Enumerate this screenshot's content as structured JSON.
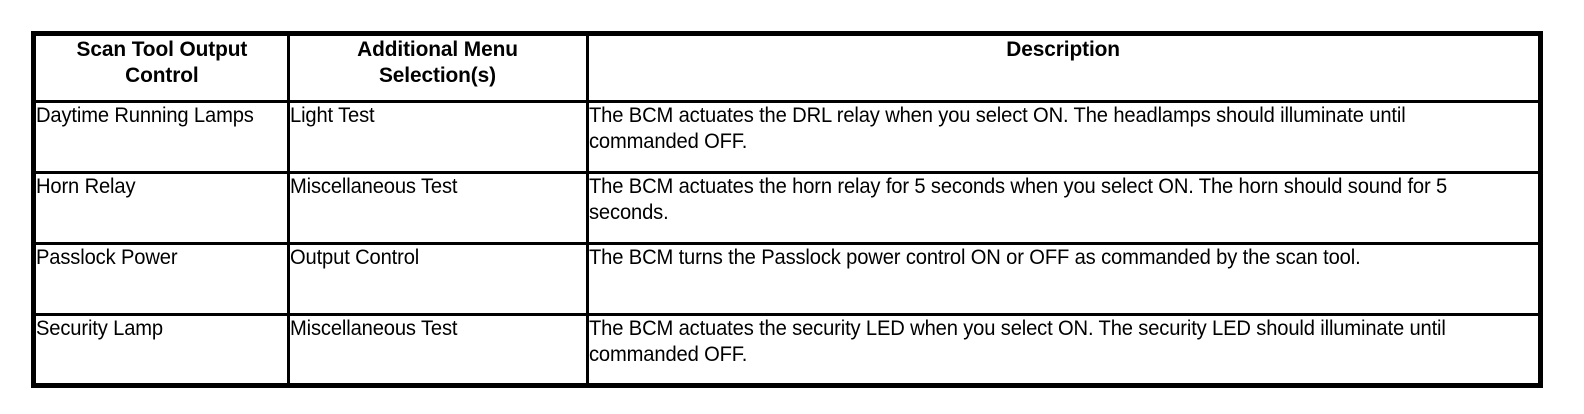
{
  "table": {
    "headers": [
      "Scan Tool Output Control",
      "Additional Menu Selection(s)",
      "Description"
    ],
    "header_lines": {
      "col1_line1": "Scan Tool Output",
      "col1_line2": "Control",
      "col2_line1": "Additional Menu",
      "col2_line2": "Selection(s)",
      "col3_line1": "Description"
    },
    "rows": [
      {
        "control": "Daytime Running Lamps",
        "menu": "Light Test",
        "description": "The BCM actuates the DRL relay when you select ON. The headlamps should illuminate until commanded OFF."
      },
      {
        "control": "Horn Relay",
        "menu": "Miscellaneous Test",
        "description": "The BCM actuates the horn relay for 5 seconds when you select ON. The horn should sound for 5 seconds."
      },
      {
        "control": "Passlock Power",
        "menu": "Output Control",
        "description": "The BCM turns the Passlock power control ON or OFF as commanded by the scan tool."
      },
      {
        "control": "Security Lamp",
        "menu": "Miscellaneous Test",
        "description": "The BCM actuates the security LED when you select ON. The security LED should illuminate until commanded OFF."
      }
    ]
  },
  "colors": {
    "background": "#ffffff",
    "text": "#000000",
    "border": "#000000"
  }
}
